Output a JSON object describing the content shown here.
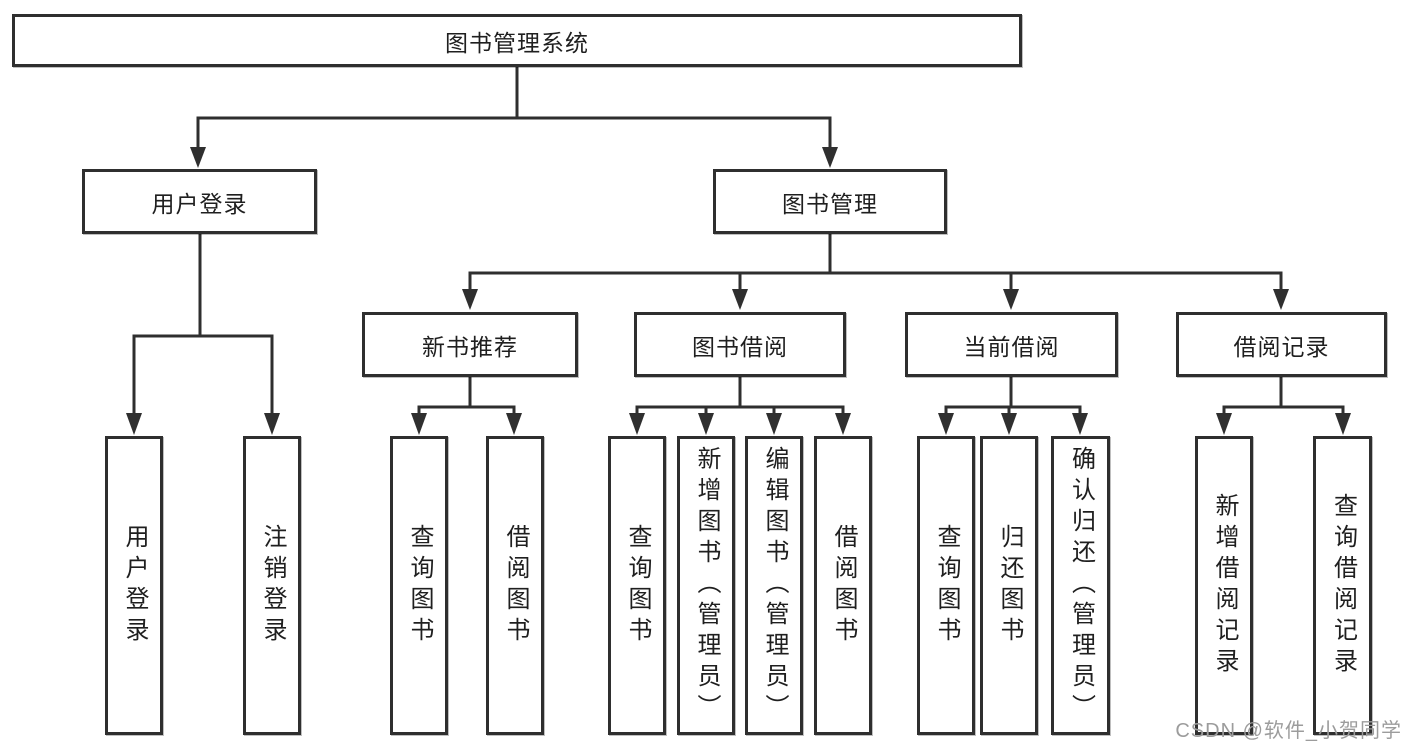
{
  "tree": {
    "root": {
      "label": "图书管理系统"
    },
    "branches": [
      {
        "label": "用户登录",
        "children": [
          {
            "label": "用户登录"
          },
          {
            "label": "注销登录"
          }
        ]
      },
      {
        "label": "图书管理",
        "children": [
          {
            "label": "新书推荐",
            "children": [
              {
                "label": "查询图书"
              },
              {
                "label": "借阅图书"
              }
            ]
          },
          {
            "label": "图书借阅",
            "children": [
              {
                "label": "查询图书"
              },
              {
                "label": "新增图书（管理员）"
              },
              {
                "label": "编辑图书（管理员）"
              },
              {
                "label": "借阅图书"
              }
            ]
          },
          {
            "label": "当前借阅",
            "children": [
              {
                "label": "查询图书"
              },
              {
                "label": "归还图书"
              },
              {
                "label": "确认归还（管理员）"
              }
            ]
          },
          {
            "label": "借阅记录",
            "children": [
              {
                "label": "新增借阅记录"
              },
              {
                "label": "查询借阅记录"
              }
            ]
          }
        ]
      }
    ]
  },
  "watermark": {
    "text": "CSDN @软件_小贺同学"
  },
  "colors": {
    "line": "#2f2f2f",
    "box_border": "#2f2f2f",
    "box_fill": "#ffffff",
    "text": "#1f1f1f",
    "watermark": "#9c9c9c",
    "background": "#ffffff"
  }
}
